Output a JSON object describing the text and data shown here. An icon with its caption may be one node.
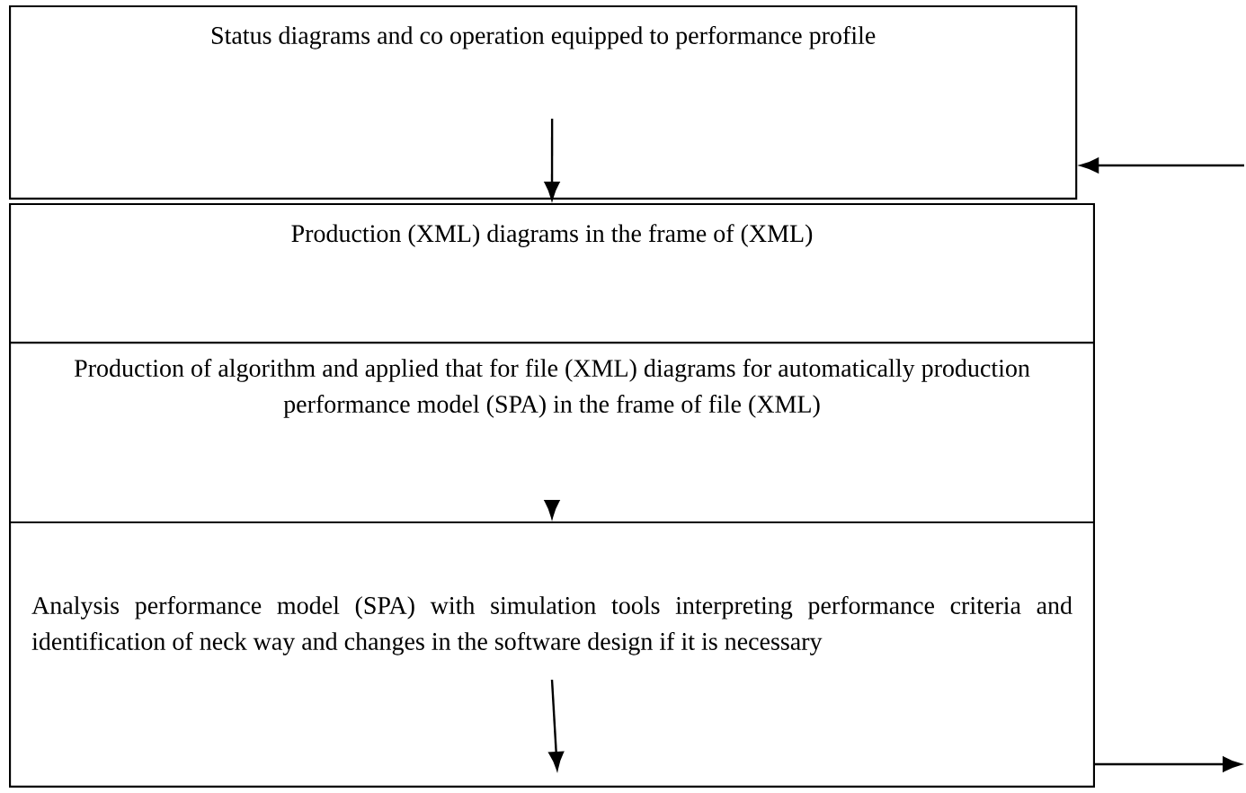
{
  "diagram": {
    "nodes": [
      {
        "text": [
          "Status diagrams and co operation equipped to performance profile"
        ]
      },
      {
        "text": [
          "Production (XML) diagrams in the frame of (XML)"
        ]
      },
      {
        "text": [
          "Production of algorithm and applied that for file (XML) diagrams for automatically production performance model (SPA) in the frame of file (XML)"
        ]
      },
      {
        "text": [
          "Analysis performance model (SPA) with simulation tools interpreting performance criteria and identification of neck way and changes in the software design if it is necessary"
        ]
      }
    ],
    "edges": [
      {
        "from": 0,
        "to": 1,
        "arrow": "to"
      },
      {
        "from": 2,
        "to": 3,
        "arrow": "to"
      },
      {
        "from": 3,
        "to": null,
        "arrow": "to"
      },
      {
        "from": null,
        "to": 0,
        "arrow": "to"
      },
      {
        "from": 3,
        "to": null,
        "arrow": "to"
      }
    ]
  }
}
